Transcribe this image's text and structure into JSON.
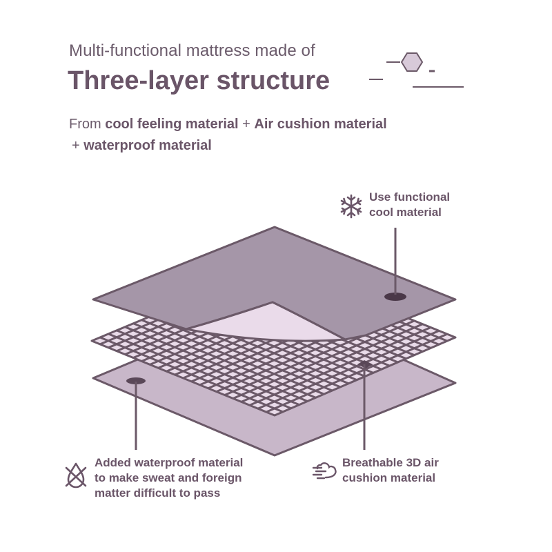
{
  "header": {
    "subtitle": "Multi-functional mattress made of",
    "title": "Three-layer structure"
  },
  "materials": {
    "prefix": "From ",
    "item1": "cool feeling material",
    "plus1": " + ",
    "item2": "Air cushion material",
    "plus2": " + ",
    "item3": "waterproof material"
  },
  "callouts": {
    "cool": {
      "line1": "Use functional",
      "line2": "cool material",
      "icon": "snowflake-icon"
    },
    "waterproof": {
      "line1": "Added waterproof material",
      "line2": "to make sweat and foreign",
      "line3": "matter difficult to pass",
      "icon": "water-drop-icon"
    },
    "air": {
      "line1": "Breathable 3D air",
      "line2": "cushion material",
      "icon": "airflow-icon"
    }
  },
  "colors": {
    "top_layer": "#a596a8",
    "middle_grid": "#e9dbe9",
    "bottom_layer": "#c8b7c9",
    "outline": "#6b5968",
    "text": "#6a5568"
  }
}
